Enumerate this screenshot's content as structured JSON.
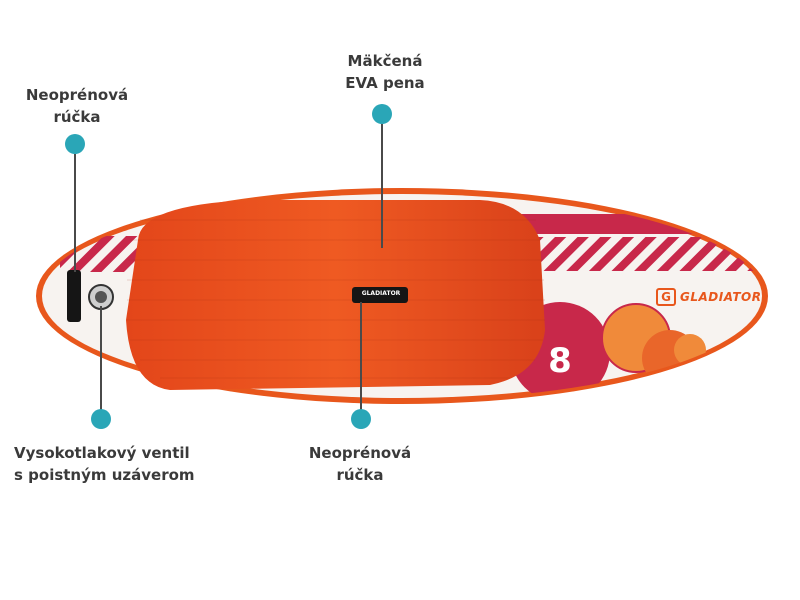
{
  "callouts": {
    "eva": {
      "line1": "Mäkčená",
      "line2": "EVA pena"
    },
    "handle_top": {
      "line1": "Neoprénová",
      "line2": "rúčka"
    },
    "valve": {
      "line1": "Vysokotlakový ventil",
      "line2": "s poistným uzáverom"
    },
    "handle_bottom": {
      "line1": "Neoprénová",
      "line2": "rúčka"
    }
  },
  "brand": {
    "logo_text": "GLADIATOR",
    "pad_logo_text": "GLADIATOR"
  },
  "colors": {
    "dot": "#2aa6b7",
    "rim": "#e8571c",
    "deck": "#e74a1b",
    "stripe": "#c8284a",
    "yellow": "#f5d415",
    "text": "#3a3a3a"
  }
}
